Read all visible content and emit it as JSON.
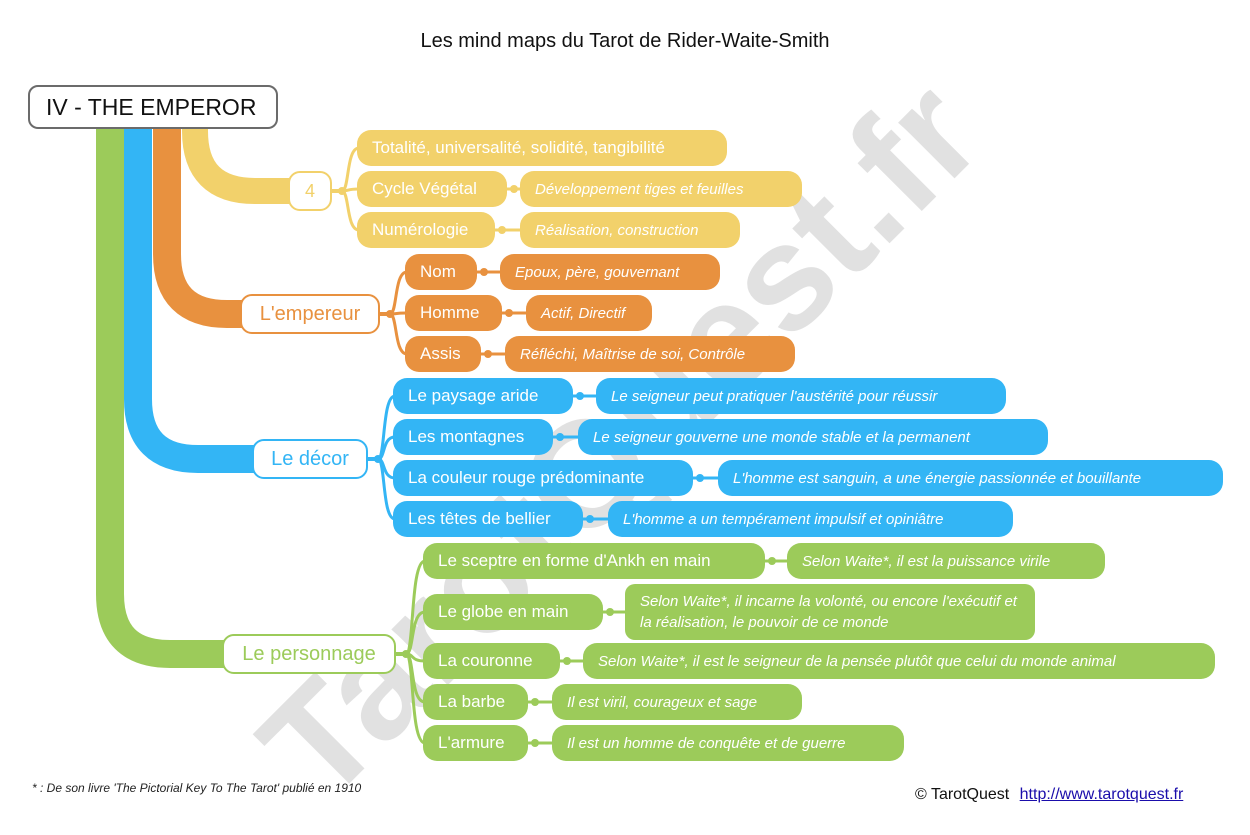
{
  "title": "Les mind maps du Tarot de Rider-Waite-Smith",
  "root": "IV - THE EMPEROR",
  "watermark": "TarotQuest.fr",
  "colors": {
    "yellow": "#f2d16b",
    "orange": "#e8913f",
    "blue": "#33b5f5",
    "green": "#9ccb5a",
    "root_border": "#6b6b6b"
  },
  "branches": [
    {
      "id": "numero",
      "label": "4",
      "color": "#f2d16b",
      "items": [
        {
          "label": "Totalité, universalité, solidité, tangibilité",
          "detail": ""
        },
        {
          "label": "Cycle Végétal",
          "detail": "Développement tiges et feuilles"
        },
        {
          "label": "Numérologie",
          "detail": "Réalisation, construction"
        }
      ]
    },
    {
      "id": "empereur",
      "label": "L'empereur",
      "color": "#e8913f",
      "items": [
        {
          "label": "Nom",
          "detail": "Epoux, père, gouvernant"
        },
        {
          "label": "Homme",
          "detail": "Actif, Directif"
        },
        {
          "label": "Assis",
          "detail": "Réfléchi, Maîtrise de soi, Contrôle"
        }
      ]
    },
    {
      "id": "decor",
      "label": "Le décor",
      "color": "#33b5f5",
      "items": [
        {
          "label": "Le paysage aride",
          "detail": "Le seigneur peut pratiquer l'austérité pour réussir"
        },
        {
          "label": "Les montagnes",
          "detail": "Le seigneur gouverne une monde stable et la permanent"
        },
        {
          "label": "La couleur rouge prédominante",
          "detail": "L'homme est sanguin, a une énergie passionnée et bouillante"
        },
        {
          "label": "Les têtes de bellier",
          "detail": "L'homme a un tempérament impulsif et opiniâtre"
        }
      ]
    },
    {
      "id": "personnage",
      "label": "Le personnage",
      "color": "#9ccb5a",
      "items": [
        {
          "label": "Le sceptre en forme d'Ankh en main",
          "detail": "Selon Waite*, il est la puissance virile"
        },
        {
          "label": "Le globe en main",
          "detail": "Selon Waite*, il incarne la volonté, ou encore l'exécutif et la réalisation, le pouvoir de ce monde"
        },
        {
          "label": "La couronne",
          "detail": "Selon Waite*, il est le seigneur de la pensée plutôt que celui du monde animal"
        },
        {
          "label": "La barbe",
          "detail": "Il est viril, courageux et sage"
        },
        {
          "label": "L'armure",
          "detail": "Il est un homme de conquête et de guerre"
        }
      ]
    }
  ],
  "footnote": "* : De son livre 'The Pictorial Key To The Tarot' publié en 1910",
  "copyright": "© TarotQuest",
  "link": "http://www.tarotquest.fr"
}
